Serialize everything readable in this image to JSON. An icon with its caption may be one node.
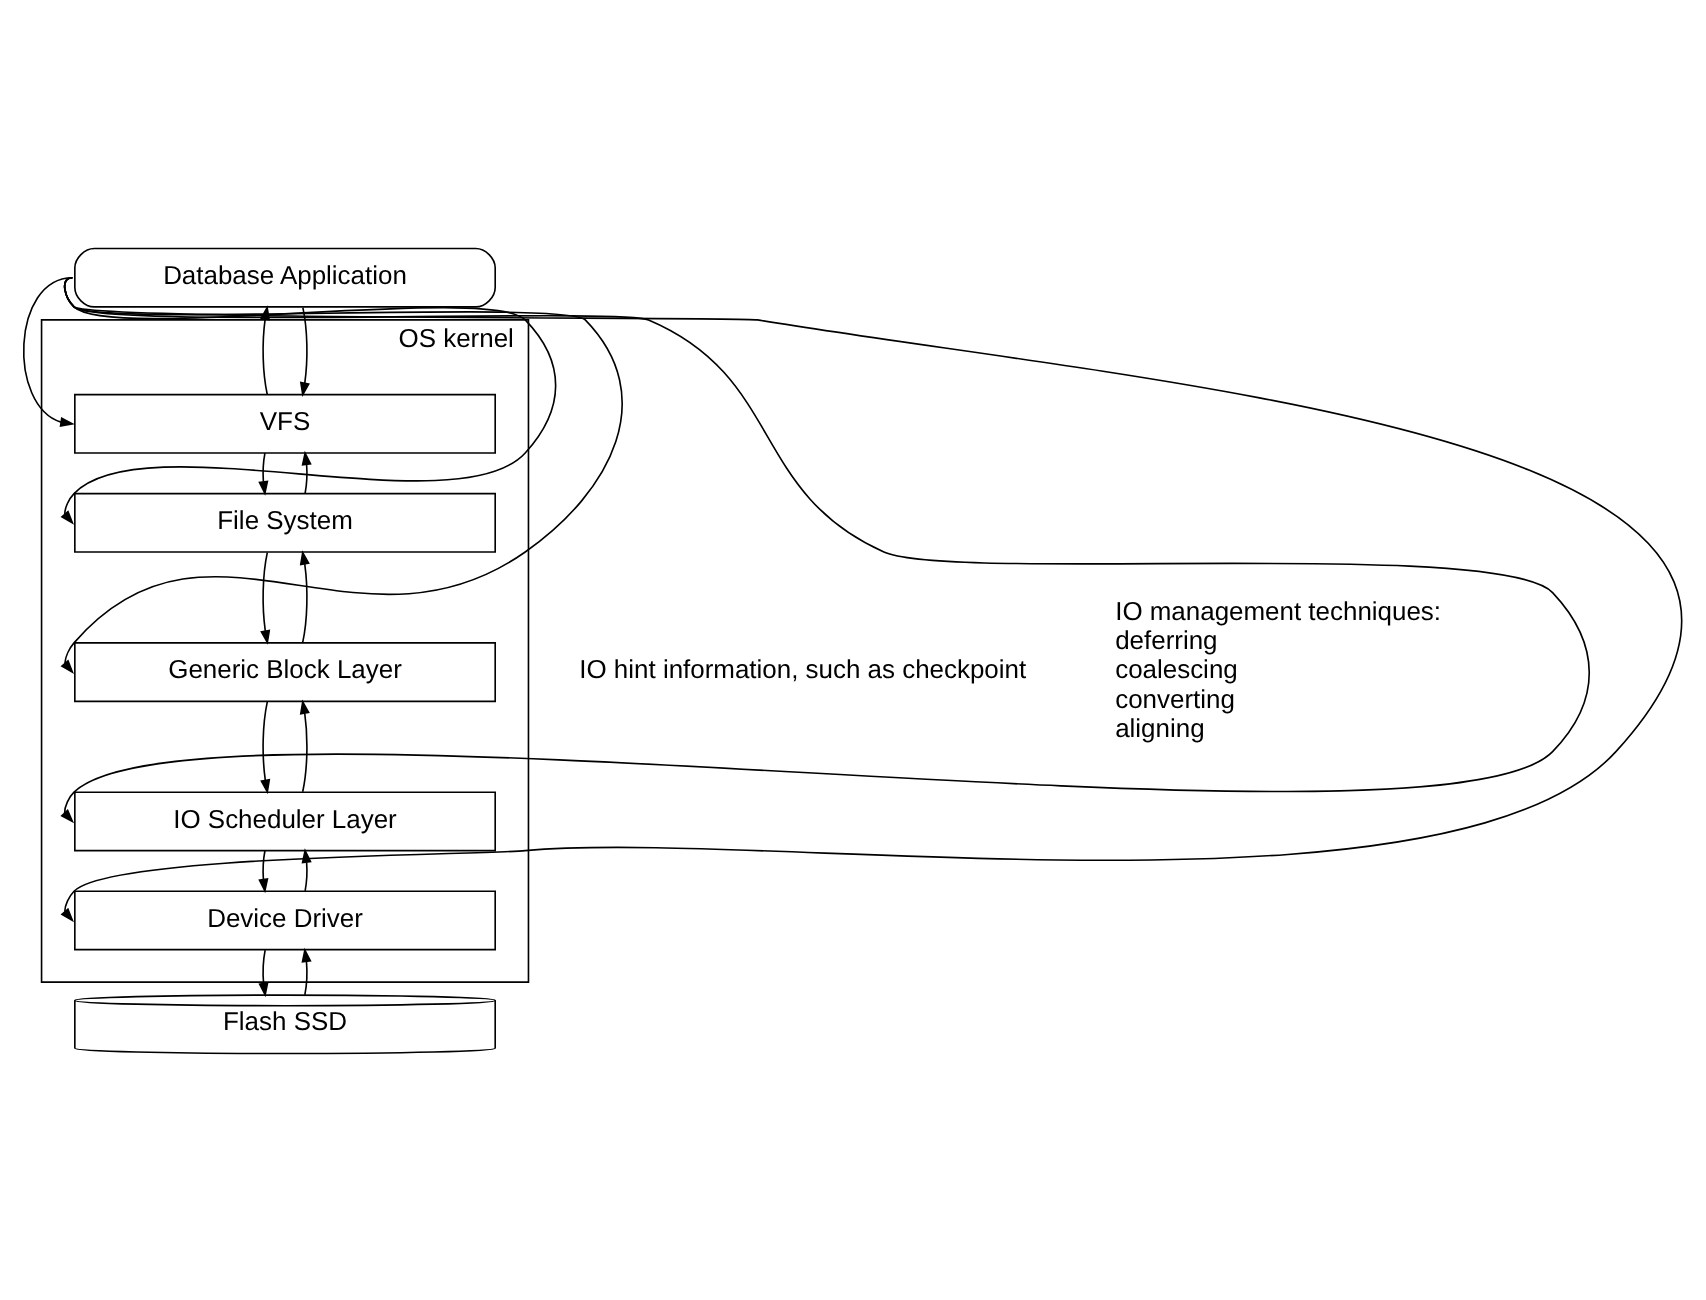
{
  "diagram": {
    "nodes": [
      {
        "text": [
          "Database Application"
        ]
      },
      {
        "text": [
          "OS kernel"
        ]
      },
      {
        "text": [
          "VFS"
        ],
        "in": 1
      },
      {
        "text": [
          "File System"
        ],
        "in": 1
      },
      {
        "text": [
          "Generic Block Layer"
        ],
        "in": 1
      },
      {
        "text": [
          "IO Scheduler Layer"
        ],
        "in": 1
      },
      {
        "text": [
          "Device Driver"
        ],
        "in": 1
      },
      {
        "text": [
          "Flash SSD"
        ]
      }
    ],
    "edges": [
      {
        "from": 0,
        "to": 2,
        "arrow": "to"
      },
      {
        "from": 2,
        "to": 0,
        "arrow": "to"
      },
      {
        "from": 2,
        "to": 3,
        "arrow": "to"
      },
      {
        "from": 3,
        "to": 2,
        "arrow": "to"
      },
      {
        "from": 3,
        "to": 4,
        "arrow": "to"
      },
      {
        "from": 4,
        "to": 3,
        "arrow": "to"
      },
      {
        "from": 4,
        "to": 5,
        "arrow": "to"
      },
      {
        "from": 5,
        "to": 4,
        "arrow": "to"
      },
      {
        "from": 5,
        "to": 6,
        "arrow": "to"
      },
      {
        "from": 6,
        "to": 5,
        "arrow": "to"
      },
      {
        "from": 6,
        "to": 7,
        "arrow": "to"
      },
      {
        "from": 7,
        "to": 6,
        "arrow": "to"
      },
      {
        "from": 0,
        "to": 2,
        "arrow": "to"
      },
      {
        "from": 0,
        "to": 3,
        "arrow": "to"
      },
      {
        "from": 0,
        "to": 4,
        "arrow": "to"
      },
      {
        "from": 0,
        "to": 5,
        "arrow": "to"
      },
      {
        "from": 0,
        "to": 6,
        "arrow": "to"
      }
    ],
    "labels": [
      "IO hint information, such as checkpoint",
      "IO management techniques:",
      "deferring",
      "coalescing",
      "converting",
      "aligning"
    ]
  }
}
